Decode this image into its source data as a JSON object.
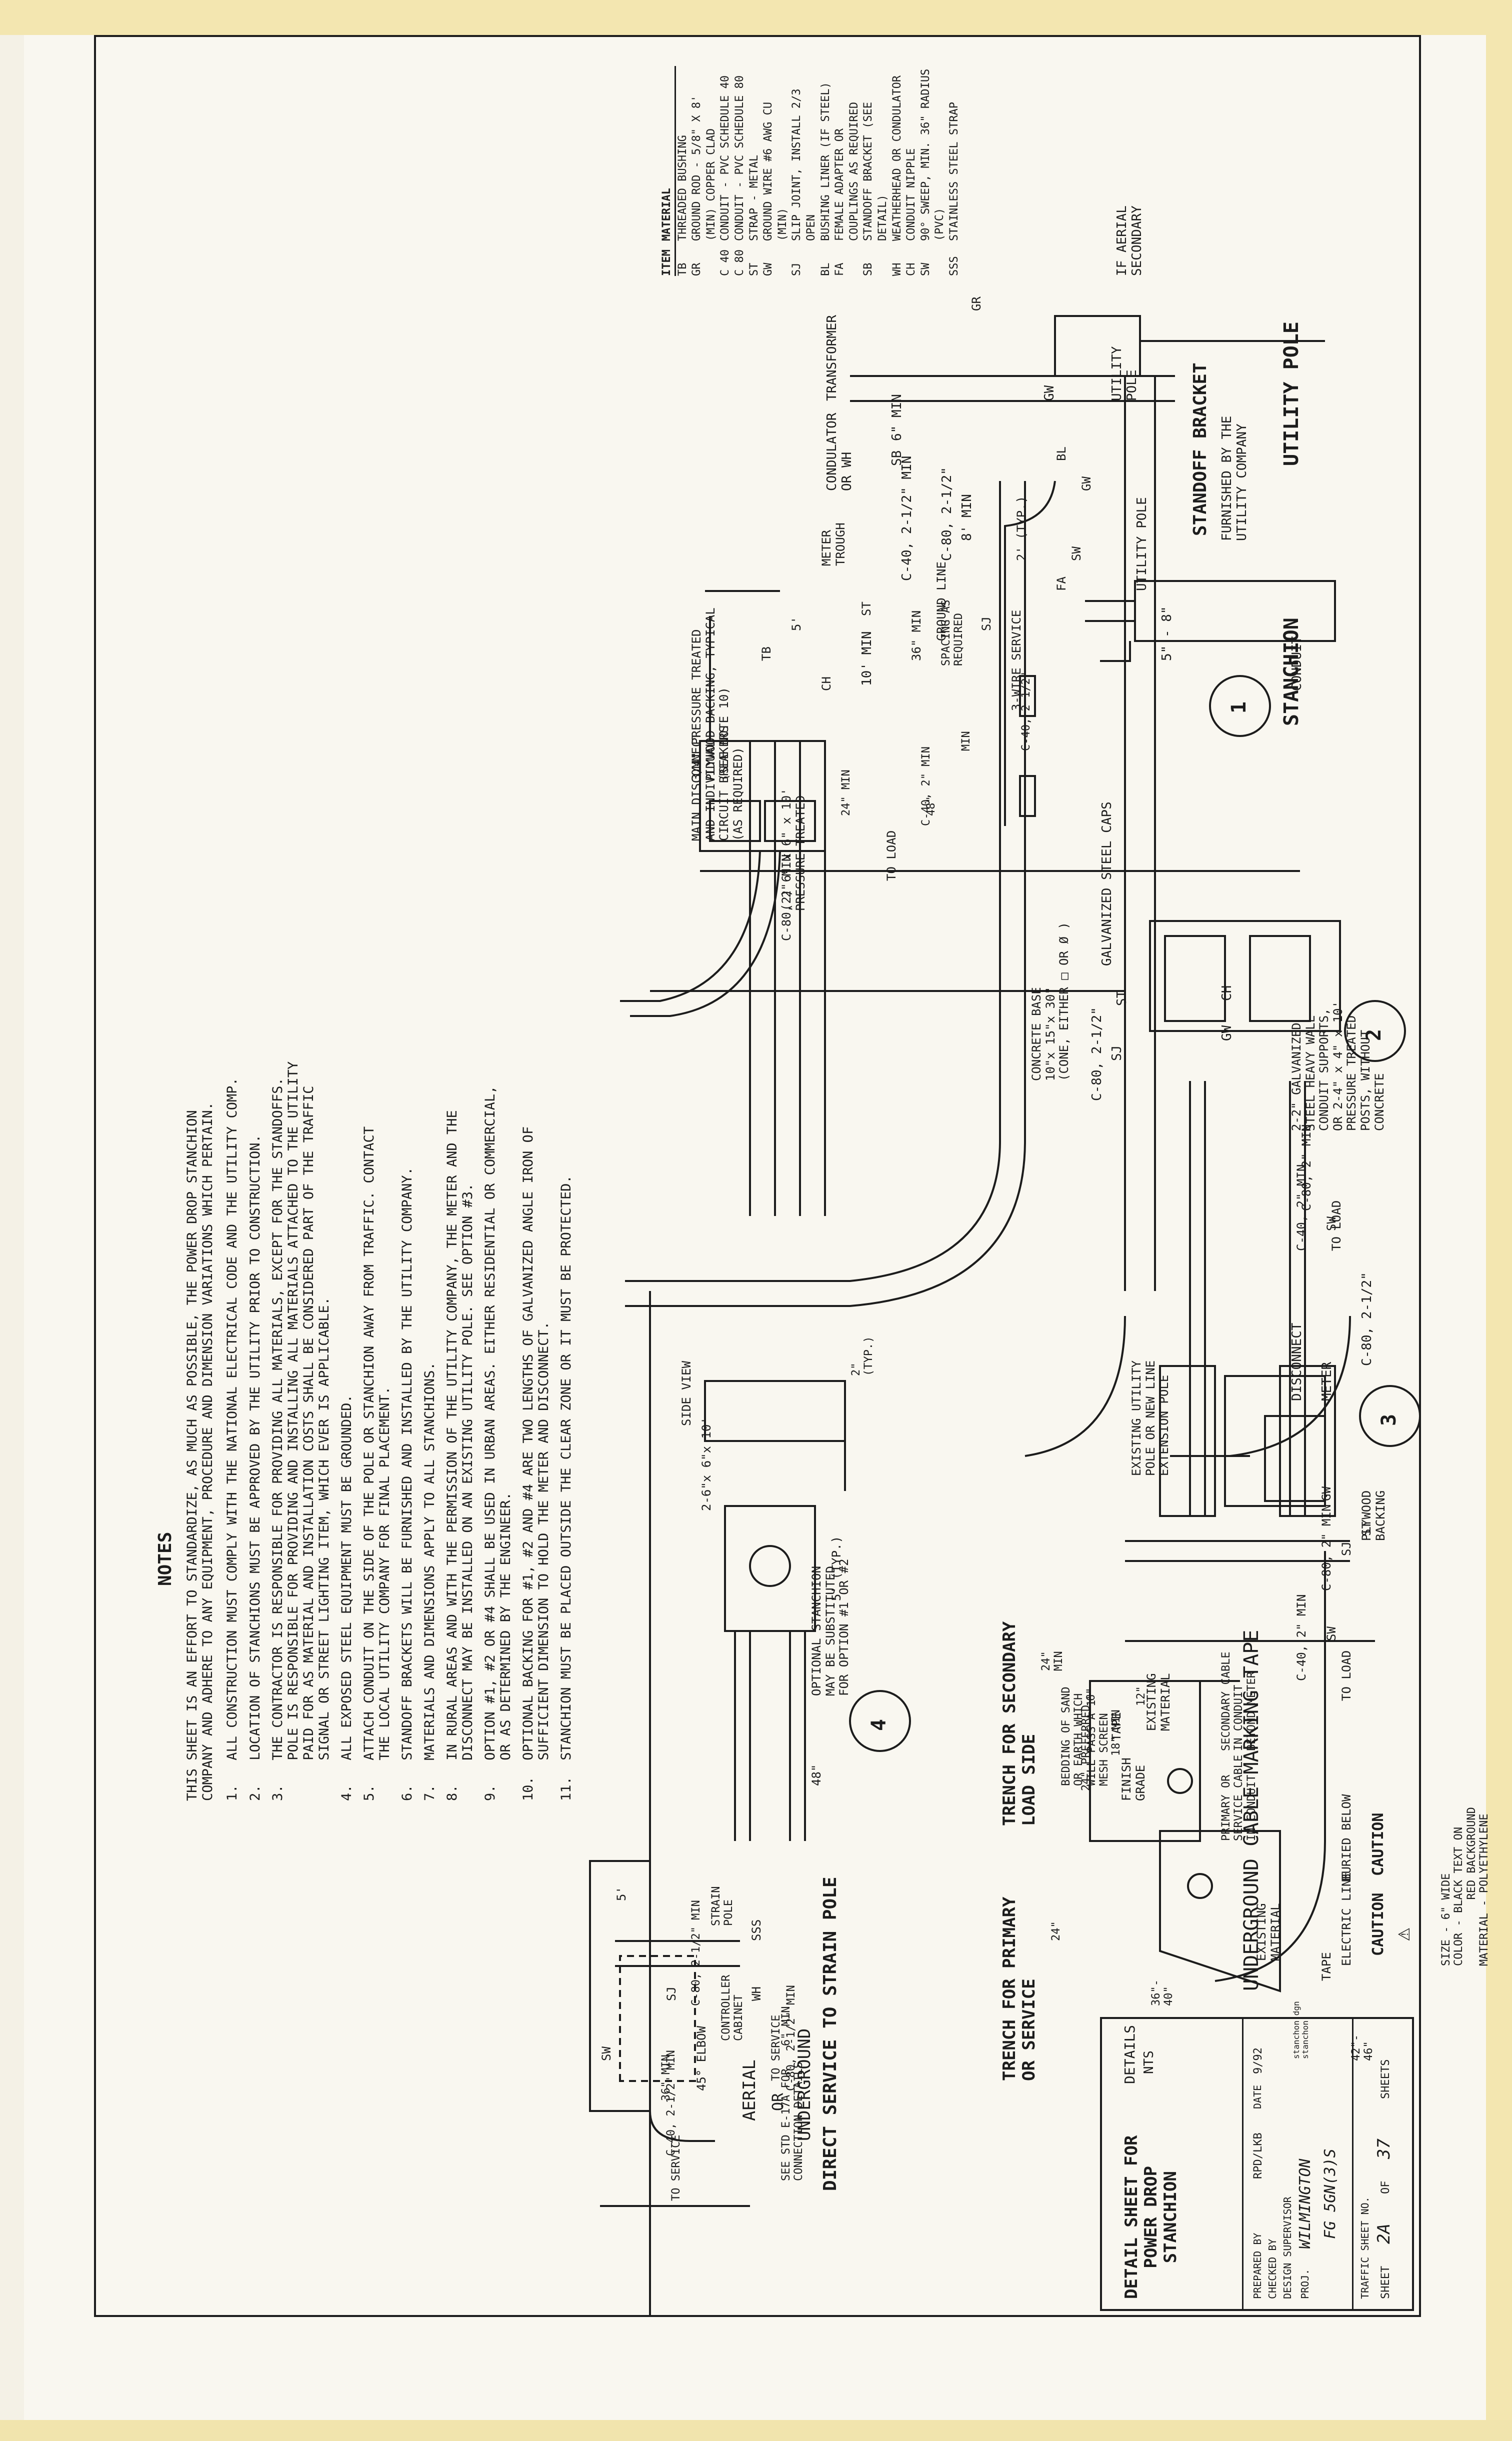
{
  "details": {
    "d1": {
      "marker": "1",
      "utility_pole_title": "UTILITY POLE",
      "stanchion_title": "STANCHION",
      "labels": {
        "if_aerial_secondary": "IF AERIAL\nSECONDARY",
        "transformer": "TRANSFORMER",
        "utility_pole": "UTILITY\nPOLE",
        "gw": "GW",
        "six_min": "6\" MIN",
        "conductor_or_wh": "CONDULATOR\nOR WH",
        "sb": "SB",
        "c40": "C-40, 2-1/2\" MIN",
        "c80": "C-80, 2-1/2\"",
        "eight_min": "8' MIN",
        "ten_min": "10' MIN",
        "two_typ": "2' (TYP.)",
        "sj": "SJ",
        "bl": "BL",
        "fa": "FA",
        "gr": "GR",
        "sw": "SW",
        "three_wire": "3-WIRE SERVICE",
        "c40_small": "C-40, 2 1/2\"",
        "min": "MIN",
        "thirty_six_min": "36\" MIN",
        "ground_line": "GROUND LINE",
        "meter_trough": "METER\nTROUGH",
        "ch": "CH",
        "plywood": "3/4\" PRESSURE TREATED\nPLYWOOD BACKING, TYPICAL\n(SEE NOTE 10)",
        "main_disconnect": "MAIN DISCONNECT\nAND INDIVIDUAL\nCIRCUIT BREAKERS\n(AS REQUIRED)",
        "tb": "TB",
        "five_ft": "5'",
        "st": "ST",
        "pressure_treated": "(2) 6\" x 6\" x 10'\nPRESSURE TREATED",
        "c80_2min": "C-80, 2\" MIN",
        "spacing": "SPACING AS\nREQUIRED",
        "forty_eight": "48\"",
        "twenty_four_min": "24\" MIN",
        "c40_2min": "C-40, 2\" MIN",
        "to_load": "TO LOAD"
      }
    },
    "standoff": {
      "title": "STANDOFF BRACKET",
      "subtitle": "FURNISHED BY THE\nUTILITY COMPANY",
      "utility_pole": "UTILITY POLE",
      "dim": "5\" - 8\"",
      "conduit": "CONDUIT"
    },
    "d2": {
      "marker": "2",
      "galvanized_caps": "GALVANIZED STEEL CAPS",
      "c80": "C-80, 2-1/2\"",
      "st": "ST",
      "sj": "SJ",
      "ch": "CH",
      "gw": "GW",
      "concrete_base": "CONCRETE BASE\n10\"x 15\"x 30\"\n(CONE, EITHER □ OR Ø )",
      "steel_posts": "2-2\" GALVANIZED\nSTEEL HEAVY WALL\nCONDUIT SUPPORTS,\nOR 2-4\" x 4\" x 10'\nPRESSURE TREATED\nPOSTS, WITHOUT\nCONCRETE",
      "c80_2min": "C-80, 2\" MIN",
      "c40_2min": "C-40, 2\" MIN",
      "sw": "SW",
      "to_load": "TO LOAD"
    },
    "d3": {
      "marker": "3",
      "c80_top": "C-80, 2-1/2\"",
      "meter": "METER",
      "disconnect": "DISCONNECT",
      "plywood_backing": "PLYWOOD\nBACKING",
      "existing_pole": "EXISTING UTILITY\nPOLE OR NEW LINE\nEXTENSION POLE",
      "gw": "GW",
      "st": "ST",
      "sj": "SJ",
      "c80_2min": "C-80, 2\" MIN",
      "c40_2min": "C-40, 2\" MIN",
      "sw": "SW",
      "to_load": "TO LOAD"
    },
    "d4": {
      "marker": "4",
      "side_view": "SIDE VIEW",
      "two_typ": "2\"\n(TYP.)",
      "lumber": "2-6\"x 6\"x 10'",
      "five_typ": "5' (TYP.)",
      "forty_eight": "48\"",
      "optional": "OPTIONAL STANCHION\nMAY BE SUBSTITUTED\nFOR OPTION #1 OR #2"
    },
    "trench": {
      "tape_title": "UNDERGROUND CABLE MARKING TAPE",
      "caution_left": "CAUTION",
      "caution_right": "CAUTION",
      "electric_line": "ELECTRIC LINE",
      "buried_below": "BURIED BELOW",
      "tape_specs": "SIZE - 6\" WIDE\nCOLOR - BLACK TEXT ON\n          RED BACKGROUND\nMATERIAL - POLYETHYLENE",
      "tape": "TAPE",
      "finish_grade": "FINISH\nGRADE",
      "existing_material": "EXISTING\nMATERIAL",
      "secondary_cable": "SECONDARY CABLE\nIN CONDUIT\nBEYOND METER",
      "primary_cable": "PRIMARY OR\nSERVICE CABLE\nIN CONDUIT",
      "bedding": "BEDDING OF SAND\nOR EARTH WHICH\nWILL PASS A 1\"\nMESH SCREEN",
      "six": "6\"",
      "twelve": "12\"",
      "twenty_four_min": "24\"\nMIN",
      "eighteen_min": "18\" MIN",
      "twenty_four_pref": "24\" PREFERRED",
      "twenty_four": "24\"",
      "thirty_six_forty": "36\"-\n40\"",
      "forty_two_forty_six": "42\"-\n46\"",
      "trench_secondary_title": "TRENCH FOR SECONDARY\nLOAD SIDE",
      "trench_primary_title": "TRENCH FOR PRIMARY\nOR SERVICE"
    },
    "strain": {
      "title": "DIRECT SERVICE TO STRAIN POLE",
      "see_std": "SEE STD E-17A FOR\nCONNECTION DETAILS",
      "sss": "SSS",
      "wh": "WH",
      "c80": "C-80, 2-1/2\" MIN",
      "six_min": "6\" MIN",
      "to_service": "TO SERVICE",
      "strain_pole": "STRAIN\nPOLE",
      "controller_cabinet": "CONTROLLER\nCABINET",
      "aerial": "AERIAL",
      "or": "OR",
      "underground": "UNDERGROUND",
      "five_ft": "5'",
      "sj": "SJ",
      "forty_five": "45° ELBOW",
      "thirty_six_min": "36\" MIN",
      "sw": "SW",
      "c40": "C-40, 2-1/2\" MIN",
      "to_service2": "TO SERVICE",
      "c80_b": "C-80, 2-1/2\" MIN"
    }
  },
  "material_table": {
    "header_item": "ITEM",
    "header_material": "MATERIAL",
    "rows": [
      {
        "item": "TB",
        "material": "THREADED BUSHING"
      },
      {
        "item": "GR",
        "material": "GROUND ROD - 5/8\" X 8' (MIN) COPPER CLAD"
      },
      {
        "item": "C 40",
        "material": "CONDUIT - PVC SCHEDULE 40"
      },
      {
        "item": "C 80",
        "material": "CONDUIT - PVC SCHEDULE 80"
      },
      {
        "item": "ST",
        "material": "STRAP - METAL"
      },
      {
        "item": "GW",
        "material": "GROUND WIRE #6 AWG CU (MIN)"
      },
      {
        "item": "SJ",
        "material": "SLIP JOINT, INSTALL 2/3 OPEN"
      },
      {
        "item": "BL",
        "material": "BUSHING LINER (IF STEEL)"
      },
      {
        "item": "FA",
        "material": "FEMALE ADAPTER OR COUPLINGS AS REQUIRED"
      },
      {
        "item": "SB",
        "material": "STANDOFF BRACKET (SEE DETAIL)"
      },
      {
        "item": "WH",
        "material": "WEATHERHEAD OR CONDULATOR"
      },
      {
        "item": "CH",
        "material": "CONDUIT NIPPLE"
      },
      {
        "item": "SW",
        "material": "90° SWEEP, MIN. 36\" RADIUS (PVC)"
      },
      {
        "item": "SSS",
        "material": "STAINLESS STEEL STRAP"
      }
    ]
  },
  "notes": {
    "title": "NOTES",
    "intro": "THIS SHEET IS AN EFFORT TO STANDARDIZE, AS MUCH AS POSSIBLE, THE POWER DROP STANCHION\nCOMPANY AND ADHERE TO ANY EQUIPMENT, PROCEDURE AND DIMENSION VARIATIONS WHICH PERTAIN.",
    "items": [
      "1.   ALL CONSTRUCTION MUST COMPLY WITH THE NATIONAL ELECTRICAL CODE AND THE UTILITY COMP.",
      "2.   LOCATION OF STANCHIONS MUST BE APPROVED BY THE UTILITY PRIOR TO CONSTRUCTION.",
      "3.   THE CONTRACTOR IS RESPONSIBLE FOR PROVIDING ALL MATERIALS, EXCEPT FOR THE STANDOFFS.\n     POLE IS RESPONSIBLE FOR PROVIDING AND INSTALLING ALL MATERIALS ATTACHED TO THE UTILITY\n     PAID FOR AS MATERIAL AND INSTALLATION COSTS SHALL BE CONSIDERED PART OF THE TRAFFIC\n     SIGNAL OR STREET LIGHTING ITEM, WHICH EVER IS APPLICABLE.",
      "4.   ALL EXPOSED STEEL EQUIPMENT MUST BE GROUNDED.",
      "5.   ATTACH CONDUIT ON THE SIDE OF THE POLE OR STANCHION AWAY FROM TRAFFIC. CONTACT\n     THE LOCAL UTILITY COMPANY FOR FINAL PLACEMENT.",
      "6.   STANDOFF BRACKETS WILL BE FURNISHED AND INSTALLED BY THE UTILITY COMPANY.",
      "7.   MATERIALS AND DIMENSIONS APPLY TO ALL STANCHIONS.",
      "8.   IN RURAL AREAS AND WITH THE PERMISSION OF THE UTILITY COMPANY, THE METER AND THE\n     DISCONNECT MAY BE INSTALLED ON AN EXISTING UTILITY POLE. SEE OPTION #3.",
      "9.   OPTION #1, #2 OR #4 SHALL BE USED IN URBAN AREAS. EITHER RESIDENTIAL OR COMMERCIAL,\n     OR AS DETERMINED BY THE ENGINEER.",
      "10.  OPTIONAL BACKING FOR #1, #2 AND #4 ARE TWO LENGTHS OF GALVANIZED ANGLE IRON OF\n     SUFFICIENT DIMENSION TO HOLD THE METER AND DISCONNECT.",
      "11.  STANCHION MUST BE PLACED OUTSIDE THE CLEAR ZONE OR IT MUST BE PROTECTED."
    ]
  },
  "title_block": {
    "details": "DETAILS",
    "nts": "NTS",
    "file": "stanchon.dgn\nstanchon",
    "title": "DETAIL SHEET FOR\nPOWER DROP\nSTANCHION",
    "prepared_by_label": "PREPARED BY",
    "prepared_by": "RPD/LKB",
    "date_label": "DATE",
    "date": "9/92",
    "checked_by_label": "CHECKED BY",
    "design_supervisor_label": "DESIGN SUPERVISOR",
    "proj_label": "PROJ.",
    "proj": "WILMINGTON",
    "proj_number": "FG 5GN(3)S",
    "traffic_sheet_label": "TRAFFIC SHEET NO.",
    "sheet_label": "SHEET",
    "sheet_no": "2A",
    "of_label": "OF",
    "total_sheets": "37",
    "sheets_label": "SHEETS"
  },
  "colors": {
    "ink": "#1c1c1c",
    "paper": "#f9f7f0",
    "tape": "#f3e6b0"
  }
}
